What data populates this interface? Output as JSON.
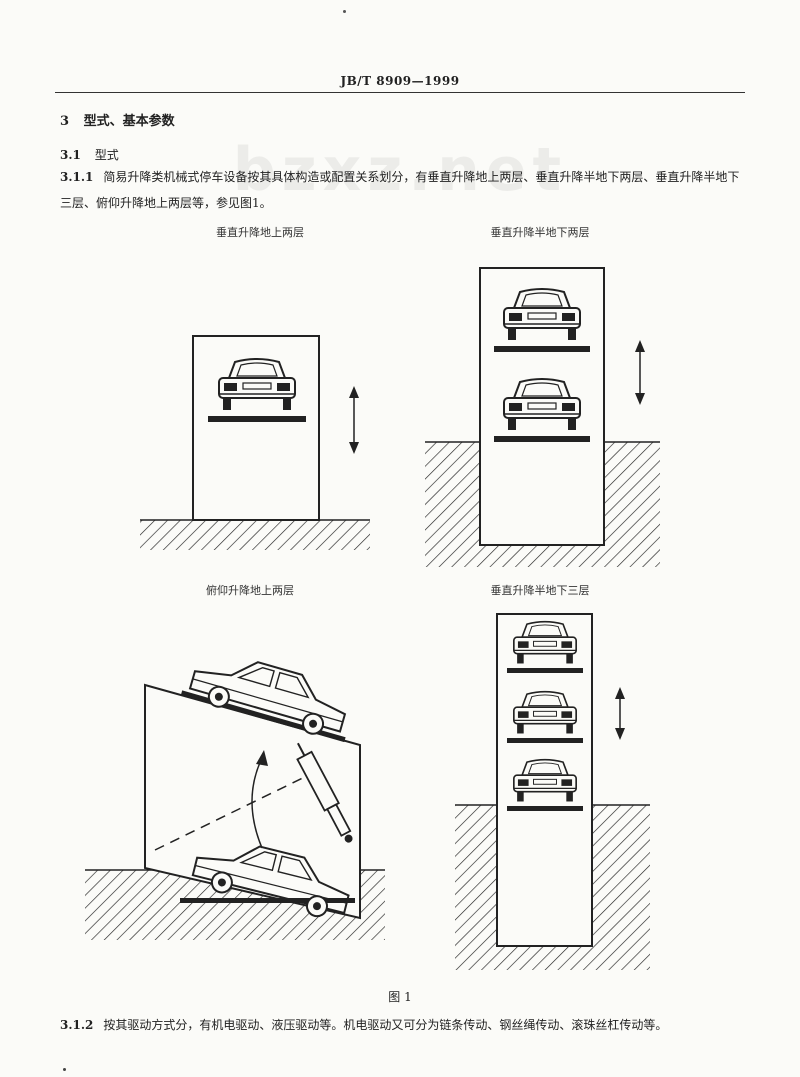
{
  "header": {
    "standard_no": "JB/T 8909—1999"
  },
  "section": {
    "number": "3",
    "title": "型式、基本参数",
    "sub": {
      "number": "3.1",
      "title": "型式"
    }
  },
  "paragraph_311": {
    "number": "3.1.1",
    "text": "简易升降类机械式停车设备按其具体构造或配置关系划分，有垂直升降地上两层、垂直升降半地下两层、垂直升降半地下三层、俯仰升降地上两层等，参见图1。"
  },
  "figure": {
    "captions": {
      "top_left": "垂直升降地上两层",
      "top_right": "垂直升降半地下两层",
      "bottom_left": "俯仰升降地上两层",
      "bottom_right": "垂直升降半地下三层"
    },
    "label": "图 1"
  },
  "paragraph_312": {
    "number": "3.1.2",
    "text": "按其驱动方式分，有机电驱动、液压驱动等。机电驱动又可分为链条传动、钢丝绳传动、滚珠丝杠传动等。"
  },
  "watermark": "bzxz.net"
}
